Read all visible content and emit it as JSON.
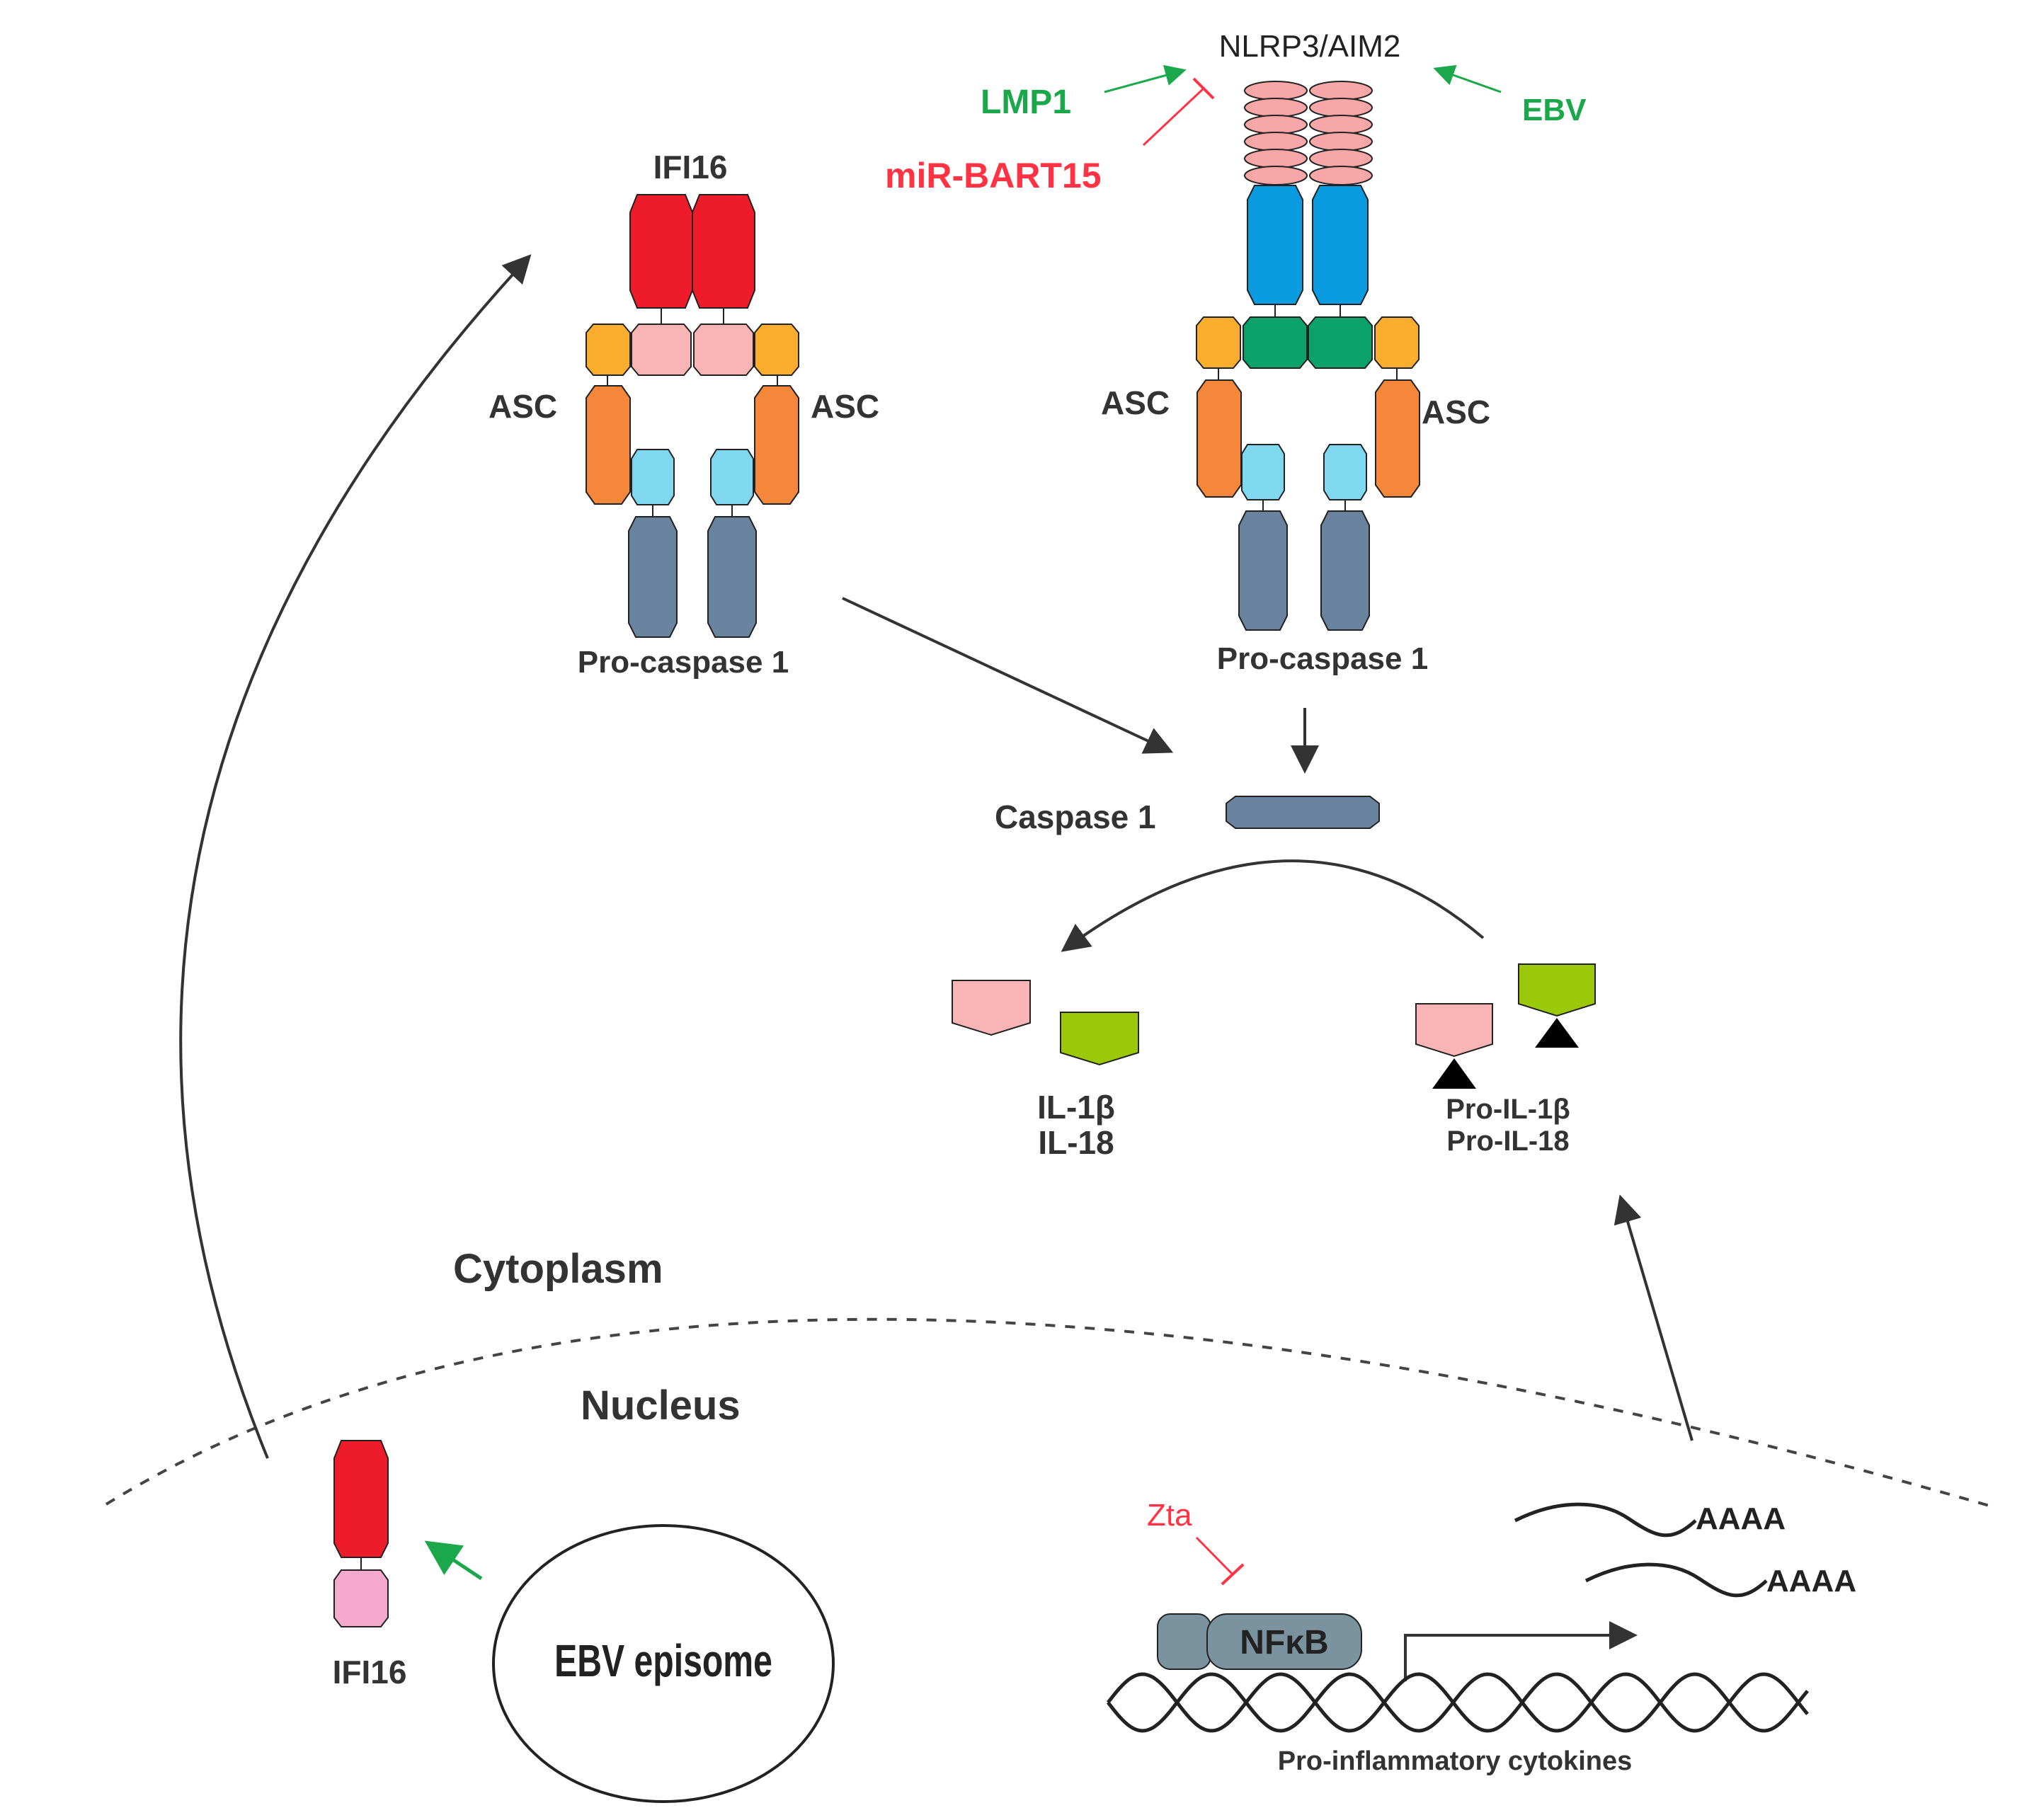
{
  "labels": {
    "nlrp3_aim2": "NLRP3/AIM2",
    "lmp1": "LMP1",
    "ebv": "EBV",
    "mir_bart15": "miR-BART15",
    "ifi16_top": "IFI16",
    "asc": "ASC",
    "pro_caspase_1": "Pro-caspase 1",
    "caspase_1": "Caspase 1",
    "il_1b": "IL-1β",
    "il_18": "IL-18",
    "pro_il_1b": "Pro-IL-1β",
    "pro_il_18": "Pro-IL-18",
    "cytoplasm": "Cytoplasm",
    "nucleus": "Nucleus",
    "ifi16_nuclear": "IFI16",
    "ebv_episome": "EBV episome",
    "zta": "Zta",
    "nfkb": "NFκB",
    "aaaa": "AAAA",
    "pro_inflammatory_cytokines": "Pro-inflammatory cytokines"
  },
  "colors": {
    "activator": "#1aa84a",
    "inhibitor": "#ff3344",
    "ifi16": "#ee1c2a",
    "pyrin": "#f9b5b5",
    "asc_pyd": "#fbae2d",
    "asc_card": "#f5873a",
    "caspase_card": "#7fd8f0",
    "caspase": "#6a84a0",
    "nlr_nbd": "#0a9be0",
    "nlr_lrr": "#f8a7a8",
    "nlr_pyd": "#0aa16b",
    "il18_green": "#9bc90a",
    "nfkb": "#7a939f"
  }
}
